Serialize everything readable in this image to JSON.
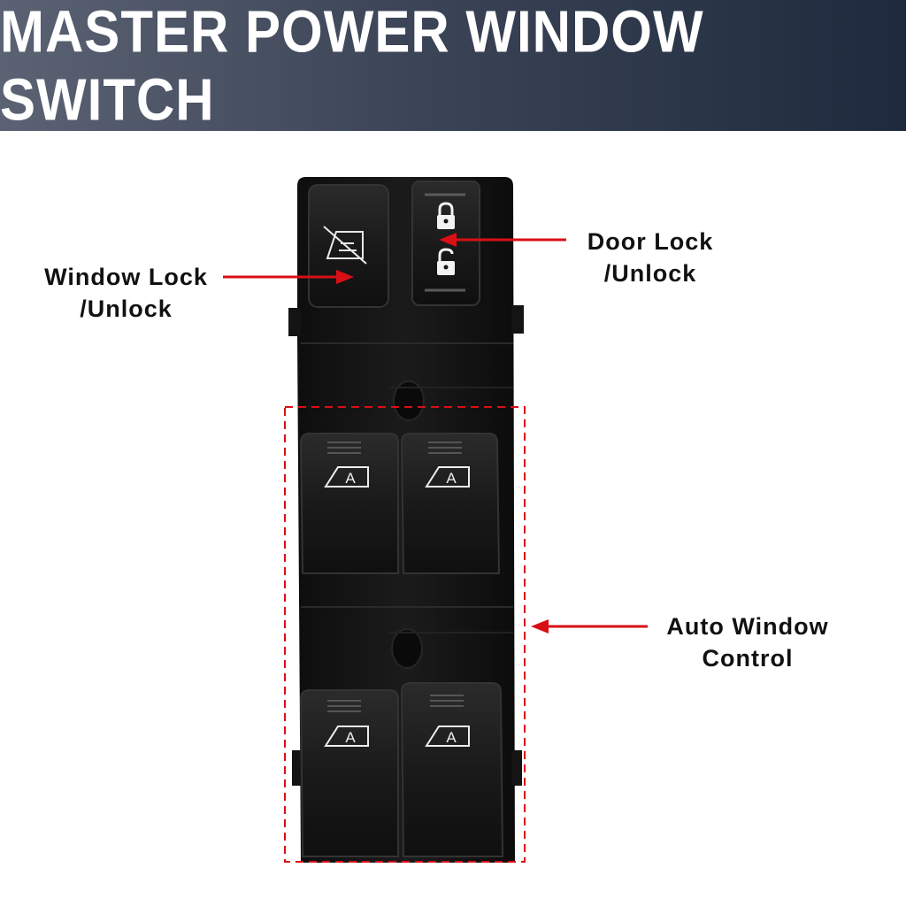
{
  "banner": {
    "title": "MASTER POWER WINDOW SWITCH"
  },
  "callouts": {
    "window_lock": {
      "line1": "Window Lock",
      "line2": "/Unlock"
    },
    "door_lock": {
      "line1": "Door Lock",
      "line2": "/Unlock"
    },
    "auto_window": {
      "line1": "Auto Window",
      "line2": "Control"
    }
  },
  "switch_buttons": {
    "auto_letter": "A",
    "window_lock_icon": "window-lock-icon",
    "door_lock_icons": [
      "padlock-closed-icon",
      "padlock-open-icon"
    ]
  },
  "colors": {
    "banner_left": "#5a6273",
    "banner_right": "#1e2a3d",
    "callout_red": "#d90f16",
    "switch_body": "#151515"
  }
}
